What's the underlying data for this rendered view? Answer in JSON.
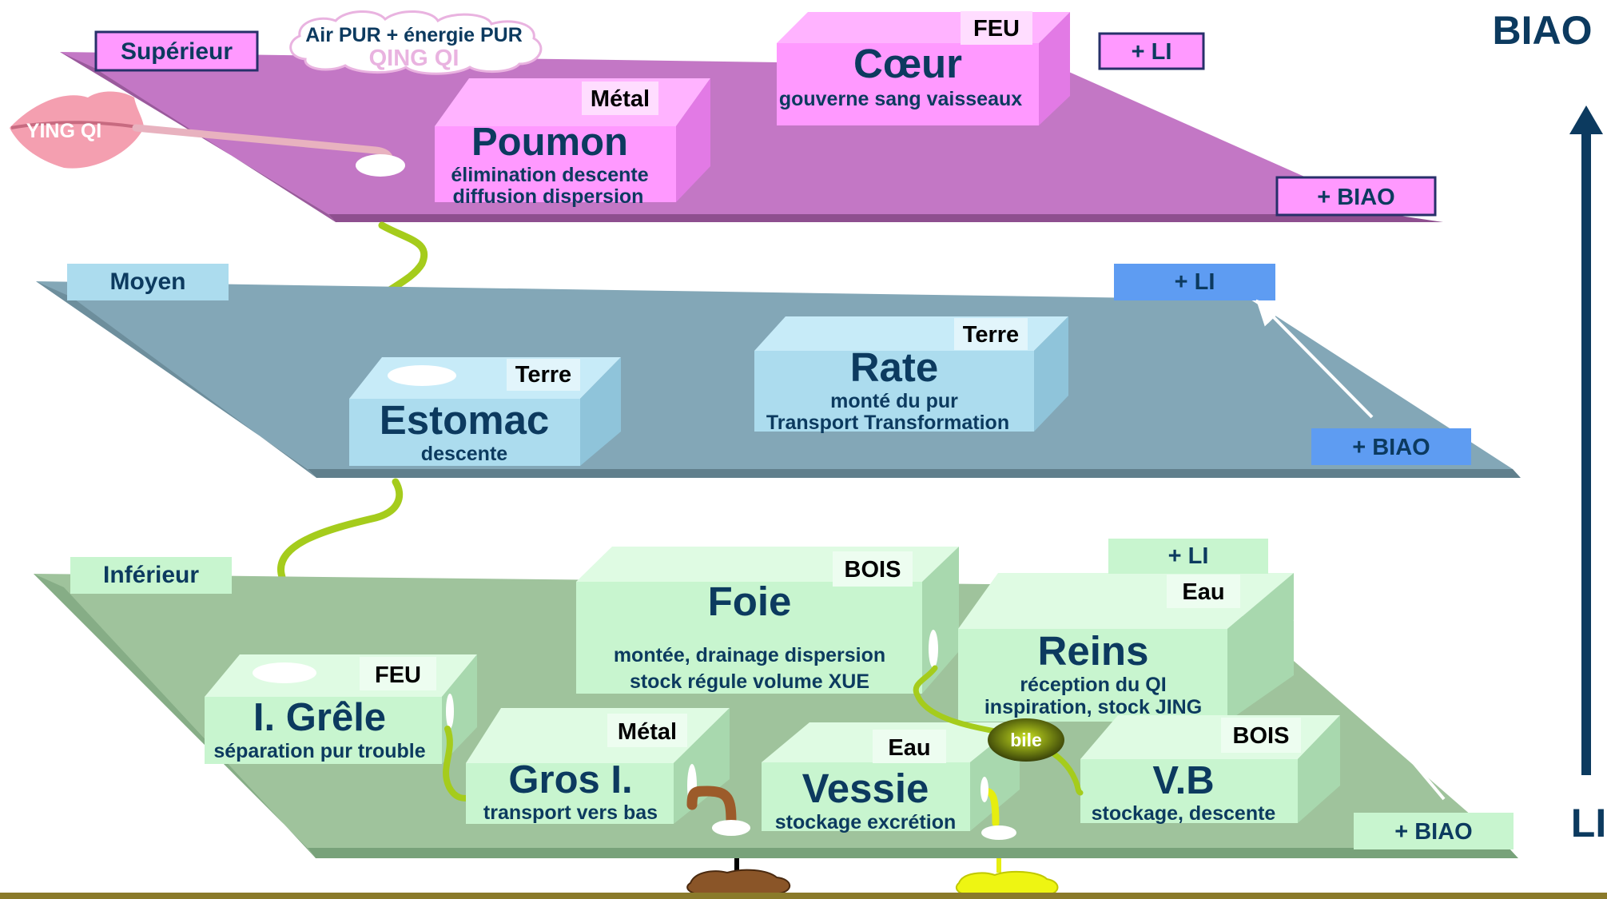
{
  "biao_label": "BIAO",
  "li_label": "LI",
  "levels": {
    "superieur": {
      "label": "Supérieur",
      "li": "+ LI",
      "biao": "+ BIAO",
      "ying_qi": "YING QI",
      "cloud_line1": "Air PUR + énergie PUR",
      "cloud_line2": "QING QI",
      "organs": {
        "poumon": {
          "element": "Métal",
          "name": "Poumon",
          "line1": "élimination descente",
          "line2": "diffusion dispersion"
        },
        "coeur": {
          "element": "FEU",
          "name": "Cœur",
          "line1": "gouverne sang vaisseaux"
        }
      }
    },
    "moyen": {
      "label": "Moyen",
      "li": "+ LI",
      "biao": "+ BIAO",
      "organs": {
        "estomac": {
          "element": "Terre",
          "name": "Estomac",
          "line1": "descente"
        },
        "rate": {
          "element": "Terre",
          "name": "Rate",
          "line1": "monté du pur",
          "line2": "Transport Transformation"
        }
      }
    },
    "inferieur": {
      "label": "Inférieur",
      "li": "+ LI",
      "biao": "+ BIAO",
      "bile": "bile",
      "organs": {
        "foie": {
          "element": "BOIS",
          "name": "Foie",
          "line1": "montée,  drainage dispersion",
          "line2": "stock régule volume XUE"
        },
        "reins": {
          "element": "Eau",
          "name": "Reins",
          "line1": "réception du QI",
          "line2": "inspiration, stock JING"
        },
        "grele": {
          "element": "FEU",
          "name": "I. Grêle",
          "line1": "séparation pur trouble"
        },
        "gros": {
          "element": "Métal",
          "name": "Gros I.",
          "line1": "transport vers bas"
        },
        "vessie": {
          "element": "Eau",
          "name": "Vessie",
          "line1": "stockage excrétion"
        },
        "vb": {
          "element": "BOIS",
          "name": "V.B",
          "line1": "stockage, descente"
        }
      }
    }
  },
  "colors": {
    "superieur_plate": "#c377c5",
    "superieur_box": "#ff99ff",
    "moyen_plate": "#83a7b7",
    "moyen_box": "#acdcee",
    "moyen_tag": "#5e9cf2",
    "inferieur_plate": "#9fc39c",
    "inferieur_box": "#c8f5cf",
    "arrow_flow": "#a5cc1c",
    "text_dark": "#0c3a5f"
  }
}
